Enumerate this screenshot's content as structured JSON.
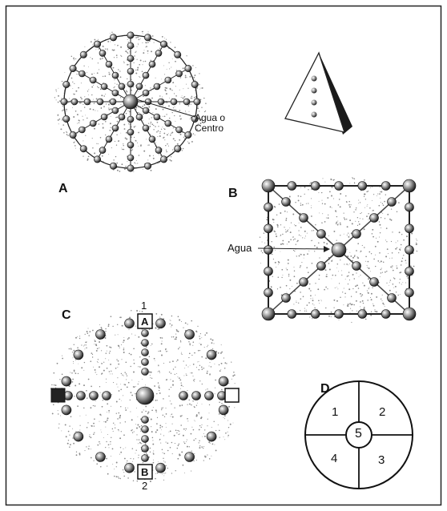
{
  "figure": {
    "panel_a": {
      "letter": "A",
      "annotation_line1": "Agua o",
      "annotation_line2": "Centro"
    },
    "panel_b": {
      "letter": "B",
      "annotation": "Agua"
    },
    "panel_c": {
      "letter": "C",
      "top_number": "1",
      "top_box": "A",
      "bottom_box": "B",
      "bottom_number": "2"
    },
    "panel_d": {
      "letter": "D",
      "quadrants": [
        "1",
        "2",
        "3",
        "4"
      ],
      "center": "5"
    }
  },
  "colors": {
    "ink": "#111111",
    "stipple": "#8a8a8a",
    "background": "#ffffff"
  }
}
